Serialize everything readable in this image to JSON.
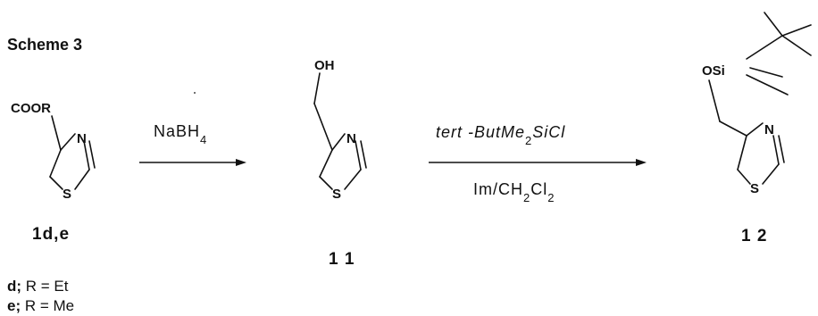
{
  "scheme_title": "Scheme 3",
  "compounds": {
    "start": {
      "substituent": "COOR",
      "ring_n": "N",
      "ring_s": "S",
      "label": "1d,e"
    },
    "alcohol": {
      "substituent": "OH",
      "ring_n": "N",
      "ring_s": "S",
      "label": "1 1"
    },
    "silyl": {
      "substituent": "OSi",
      "ring_n": "N",
      "ring_s": "S",
      "label": "1 2"
    }
  },
  "reactions": [
    {
      "reagent_above": "NaBH",
      "reagent_above_sub": "4",
      "reagent_below": ""
    },
    {
      "reagent_above_italic": "tert",
      "reagent_above_rest": " -ButMe",
      "reagent_above_sub": "2",
      "reagent_above_end": "SiCl",
      "reagent_below_a": "Im/CH",
      "reagent_below_sub1": "2",
      "reagent_below_b": "Cl",
      "reagent_below_sub2": "2"
    }
  ],
  "legend": [
    {
      "key": "d;",
      "text": " R = Et"
    },
    {
      "key": "e;",
      "text": " R = Me"
    }
  ]
}
